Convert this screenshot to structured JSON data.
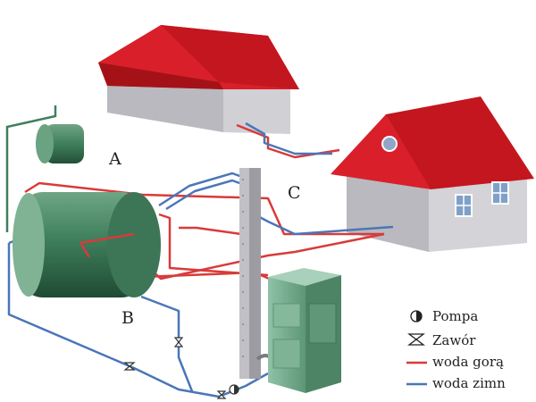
{
  "labels": {
    "a": "A",
    "b": "B",
    "c": "C"
  },
  "legend": {
    "pump": "Pompa",
    "valve": "Zawór",
    "hot_water": "woda gorą",
    "cold_water": "woda zimn"
  },
  "colors": {
    "hot_pipe": "#d93a3a",
    "cold_pipe": "#4a76b8",
    "roof": "#d9202a",
    "wall": "#c8c8cc",
    "tank": "#3f7f5c",
    "boiler": "#6fa88a",
    "chimney": "#aaaaaa"
  },
  "icons": {
    "pump": "pump-icon",
    "valve": "valve-icon"
  }
}
